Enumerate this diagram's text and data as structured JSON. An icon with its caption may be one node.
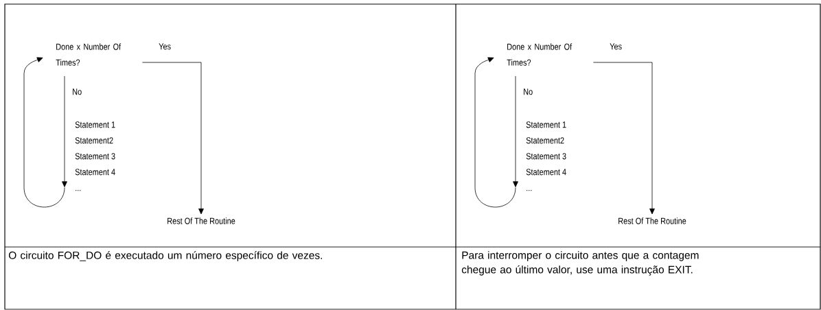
{
  "diagram": {
    "nodes": [
      {
        "text": [
          "Done x Number Of Times?"
        ]
      },
      {
        "text": [
          "Statement 1",
          "Statement2",
          "Statement 3",
          "Statement 4",
          "..."
        ]
      },
      {
        "text": [
          "Rest Of The Routine"
        ]
      },
      {
        "text": [
          "Done x Number Of Times?"
        ]
      },
      {
        "text": [
          "Statement 1",
          "Statement2",
          "Statement 3",
          "Statement 4",
          "..."
        ]
      },
      {
        "text": [
          "Rest Of The Routine"
        ]
      }
    ],
    "edges": [
      {
        "from": 0,
        "to": 2,
        "arrow": "to",
        "label": "Yes"
      },
      {
        "from": 0,
        "to": 1,
        "arrow": "to",
        "label": "No"
      },
      {
        "from": 1,
        "to": 0,
        "arrow": "to"
      },
      {
        "from": 3,
        "to": 5,
        "arrow": "to",
        "label": "Yes"
      },
      {
        "from": 3,
        "to": 4,
        "arrow": "to",
        "label": "No"
      },
      {
        "from": 4,
        "to": 3,
        "arrow": "to"
      }
    ],
    "labels": [
      "O circuito FOR_DO é executado um número específico de vezes.",
      "Para interromper o circuito antes que a contagem chegue ao último valor, use uma instrução EXIT."
    ]
  }
}
